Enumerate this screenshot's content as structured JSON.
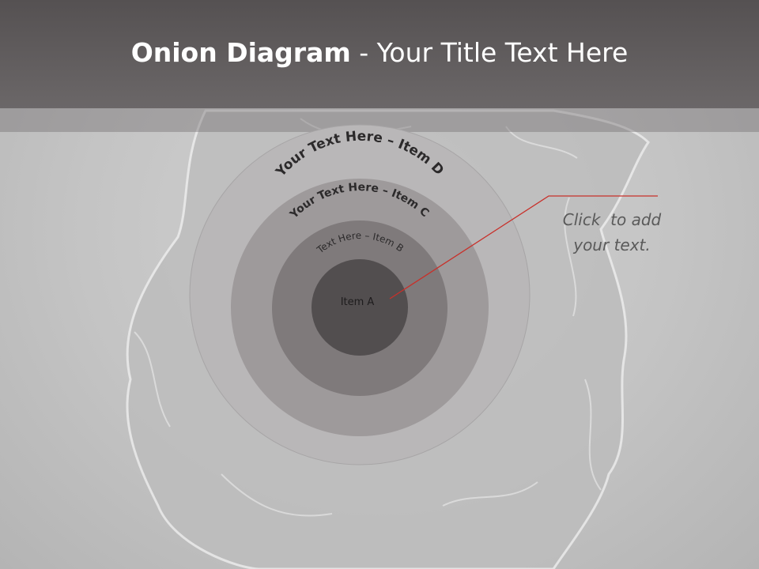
{
  "slide": {
    "title_bold": "Onion Diagram",
    "title_rest": " - Your Title Text Here"
  },
  "onion": {
    "layers": [
      {
        "label": "Your Text Here – Item D",
        "color": "#b9b7b8"
      },
      {
        "label": "Your Text Here – Item C",
        "color": "#9e9a9b"
      },
      {
        "label": "Text Here – Item B",
        "color": "#7f7a7b"
      },
      {
        "label": "Item A",
        "color": "#524e4f"
      }
    ]
  },
  "callout": {
    "line1": "Click  to add",
    "line2": "your text.",
    "leader_color": "#c8302a"
  }
}
